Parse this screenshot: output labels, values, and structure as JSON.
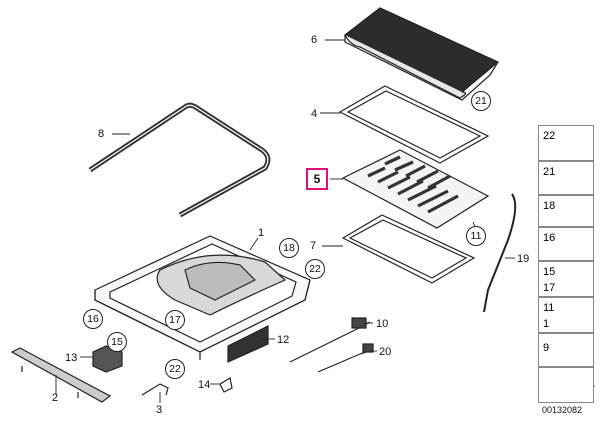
{
  "diagram": {
    "callouts": {
      "c1": "1",
      "c2": "2",
      "c3": "3",
      "c4": "4",
      "c6": "6",
      "c7": "7",
      "c8": "8",
      "c10": "10",
      "c12": "12",
      "c13": "13",
      "c14": "14",
      "c19": "19",
      "c20": "20"
    },
    "circled": {
      "c11": "11",
      "c15": "15",
      "c16": "16",
      "c17": "17",
      "c18": "18",
      "c21": "21",
      "c22a": "22",
      "c22b": "22"
    },
    "highlighted": "5",
    "sidebar": {
      "s22": "22",
      "s21": "21",
      "s18": "18",
      "s16": "16",
      "s15": "15",
      "s17": "17",
      "s11": "11",
      "s1": "1",
      "s9": "9"
    },
    "part_number": "00132082"
  }
}
